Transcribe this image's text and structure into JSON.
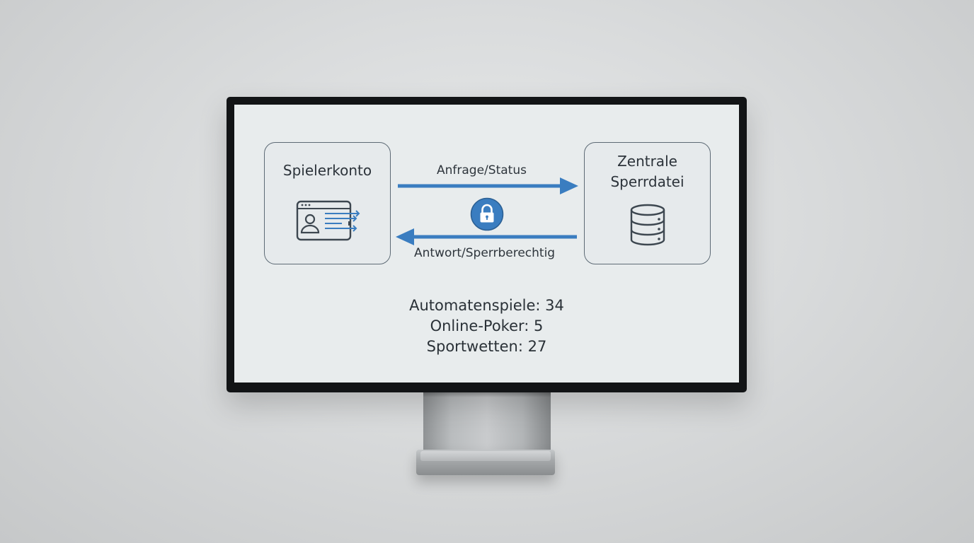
{
  "diagram": {
    "left_node": {
      "title": "Spielerkonto",
      "icon": "user-profile-transfer-icon"
    },
    "right_node": {
      "title_line1": "Zentrale",
      "title_line2": "Sperrdatei",
      "icon": "database-icon"
    },
    "request_label": "Anfrage/Status",
    "response_label": "Antwort/Sperrberechtig",
    "center_icon": "lock-icon",
    "colors": {
      "arrow": "#3a7dc0",
      "lock_badge": "#3a7dc0",
      "box_border": "#5d6a75",
      "screen_background": "#e8eced"
    }
  },
  "stats": [
    {
      "label": "Automatenspiele: 34"
    },
    {
      "label": "Online-Poker: 5"
    },
    {
      "label": "Sportwetten: 27"
    }
  ]
}
